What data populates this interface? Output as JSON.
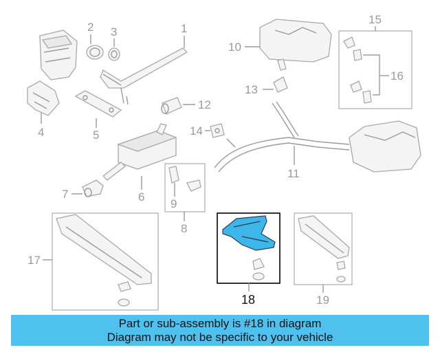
{
  "diagram": {
    "callouts": {
      "c1": "1",
      "c2": "2",
      "c3": "3",
      "c4": "4",
      "c5": "5",
      "c6": "6",
      "c7": "7",
      "c8": "8",
      "c9": "9",
      "c10": "10",
      "c11": "11",
      "c12": "12",
      "c13": "13",
      "c14": "14",
      "c15": "15",
      "c16": "16",
      "c17": "17",
      "c18": "18",
      "c19": "19"
    },
    "highlighted_part": "18",
    "highlight_color": "#3db6ea"
  },
  "banner": {
    "line1": "Part or sub-assembly is #18 in diagram",
    "line2": "Diagram may not be specific to your vehicle",
    "background": "#4fc1ef"
  }
}
